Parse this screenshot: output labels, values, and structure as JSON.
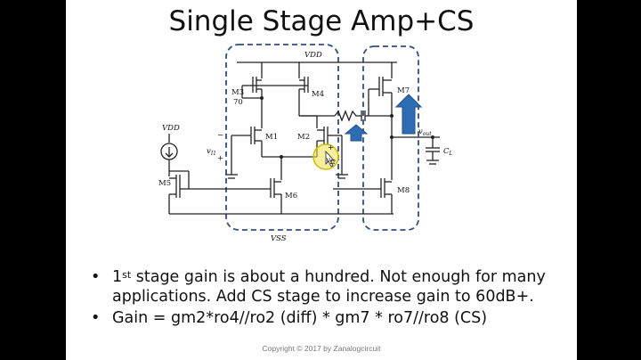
{
  "slide": {
    "title": "Single Stage Amp+CS",
    "bullets": [
      {
        "pre": "1",
        "sup": "st",
        "text": " stage gain is about a hundred. Not enough for many applications. Add CS stage to increase gain to 60dB+."
      },
      {
        "pre": "",
        "sup": "",
        "text": "Gain = gm2*ro4//ro2 (diff) * gm7 * ro7//ro8 (CS)"
      }
    ],
    "bullet_glyph": "•",
    "copyright": "Copyright © 2017 by Zanalogcircuit"
  },
  "circuit": {
    "labels": {
      "vdd_top": "VDD",
      "vdd_left": "VDD",
      "vss": "VSS",
      "m1": "M1",
      "m2": "M2",
      "m3": "M3",
      "m3_val": "70",
      "m4": "M4",
      "m5": "M5",
      "m6": "M6",
      "m7": "M7",
      "m8": "M8",
      "vi1": "v",
      "vi1_sub": "I1",
      "vi2": "v",
      "vi2_sub": "I2",
      "vout": "v",
      "vout_sub": "out",
      "cl": "C",
      "cl_sub": "L",
      "plus": "+",
      "minus": "−"
    },
    "colors": {
      "box": "#2f4f7f",
      "arrow": "#2e6db3",
      "highlight": "#f2e24a"
    }
  }
}
